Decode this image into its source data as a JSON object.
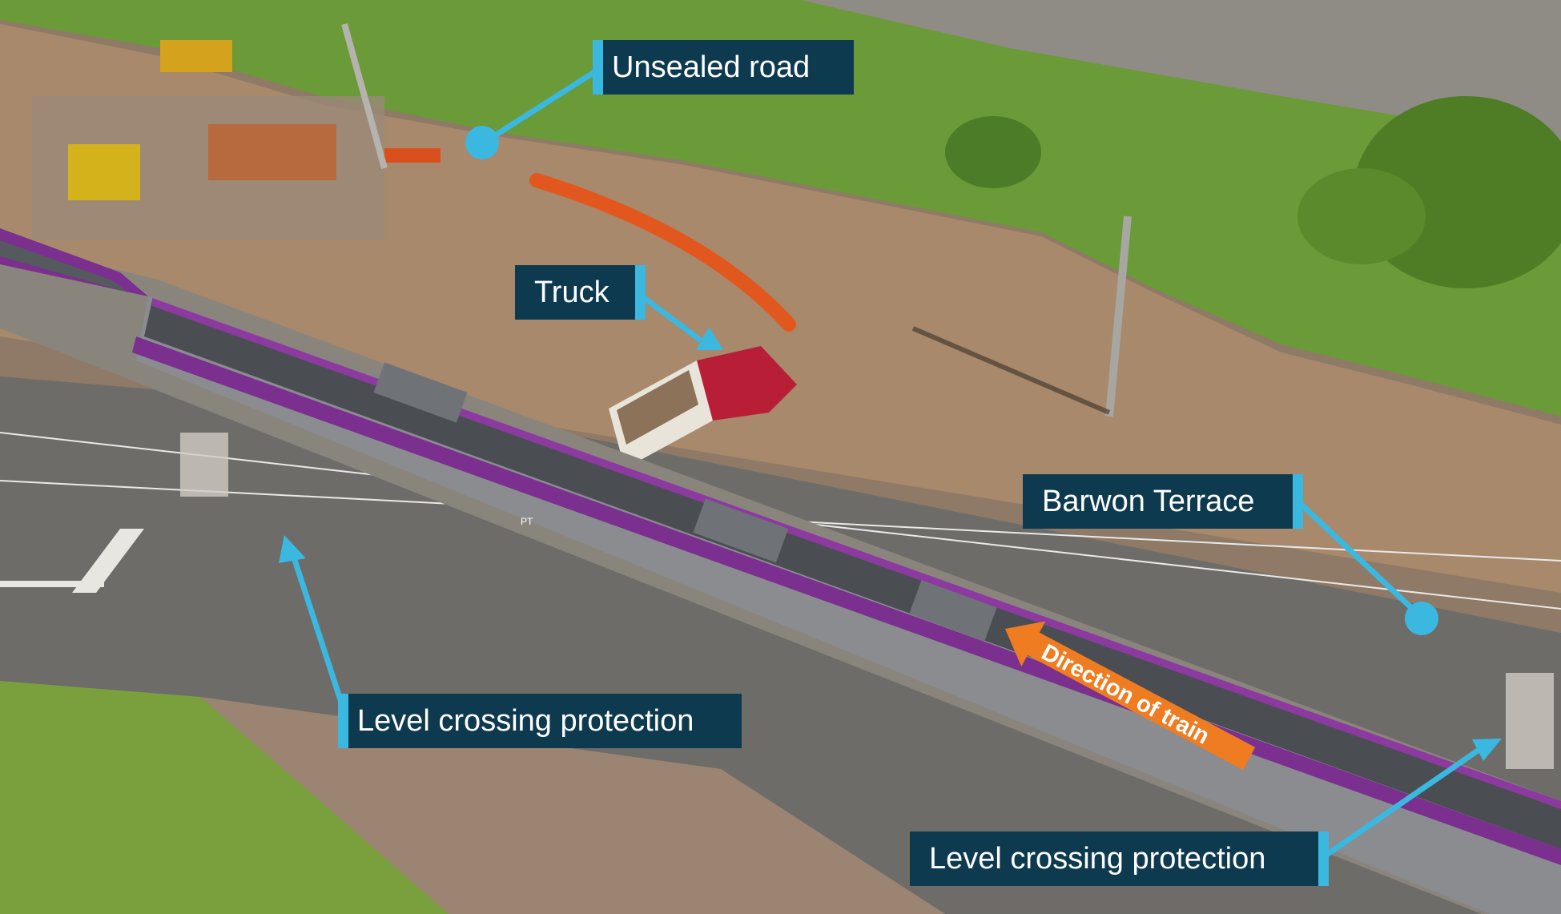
{
  "labels": {
    "unsealed_road": "Unsealed road",
    "truck": "Truck",
    "barwon_terrace": "Barwon Terrace",
    "level_crossing_left": "Level crossing protection",
    "level_crossing_right": "Level crossing protection",
    "direction": "Direction of train"
  },
  "train_markings": {
    "operator_logo": "PT"
  },
  "colors": {
    "callout_bg": "#0e3a50",
    "callout_accent": "#3bb8e0",
    "direction_arrow": "#f07c22",
    "train_purple": "#7b2f8f",
    "grass": "#6e9a3a",
    "dirt": "#a78d72",
    "road": "#6f6e6b"
  }
}
